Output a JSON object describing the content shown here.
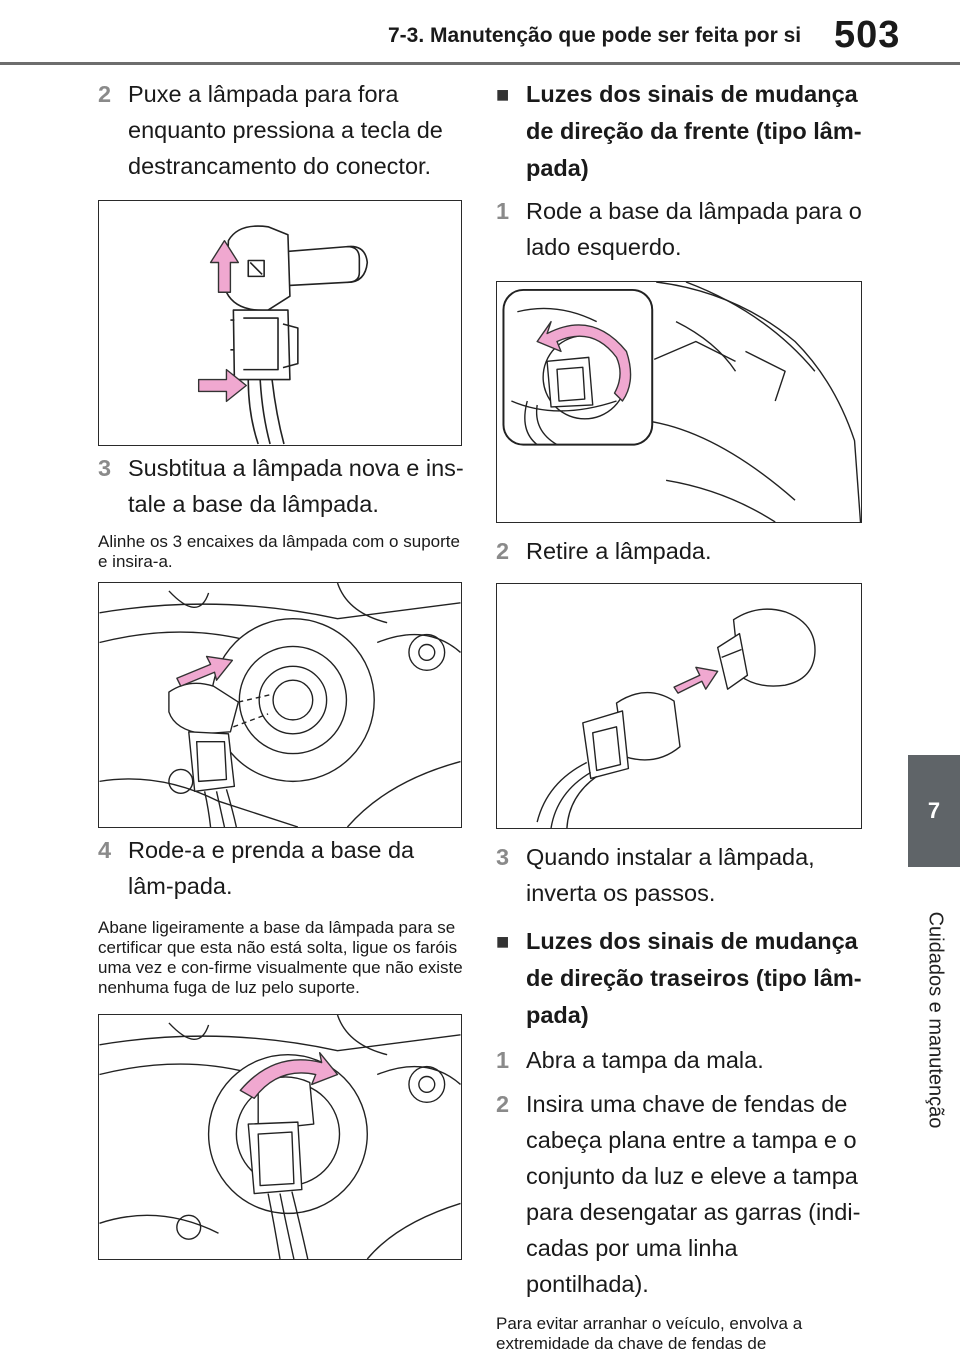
{
  "header": {
    "section_title": "7-3. Manutenção que pode ser feita por si",
    "page_number": "503"
  },
  "side_tab": {
    "chapter": "7",
    "chapter_label": "Cuidados e manutenção"
  },
  "left_column": {
    "step2": {
      "num": "2",
      "text": "Puxe a lâmpada para fora enquanto pressiona a tecla de destrancamento do conector."
    },
    "step3": {
      "num": "3",
      "text": "Susbtitua a lâmpada nova e ins-tale a base da lâmpada."
    },
    "note3": "Alinhe os 3 encaixes da lâmpada com o suporte e insira-a.",
    "step4": {
      "num": "4",
      "text": "Rode-a e prenda a base da lâm-pada."
    },
    "note4": "Abane ligeiramente a base da lâmpada para se certificar que esta não está solta, ligue os faróis uma vez e con-firme visualmente que não existe nenhuma fuga de luz pelo suporte."
  },
  "right_column": {
    "section1": {
      "bullet": "■",
      "title": "Luzes dos sinais de mudança de direção da frente (tipo lâm-pada)"
    },
    "step1": {
      "num": "1",
      "text": "Rode a base da lâmpada para o lado esquerdo."
    },
    "step2": {
      "num": "2",
      "text": "Retire a lâmpada."
    },
    "step3": {
      "num": "3",
      "text": "Quando instalar a lâmpada, inverta os passos."
    },
    "section2": {
      "bullet": "■",
      "title": "Luzes dos sinais de mudança de direção traseiros (tipo lâm-pada)"
    },
    "rstep1": {
      "num": "1",
      "text": "Abra a tampa da mala."
    },
    "rstep2": {
      "num": "2",
      "text": "Insira uma chave de fendas de cabeça plana entre a tampa e o conjunto da luz e eleve a tampa para desengatar as garras (indi-cadas por uma linha pontilhada)."
    },
    "note_end": "Para evitar arranhar o veículo, envolva a extremidade da chave de fendas de"
  },
  "colors": {
    "step_number": "#8a8a8a",
    "side_tab": "#5f6468",
    "arrow_pink": "#f0a8d0",
    "header_rule": "#6d6d6d"
  },
  "icons": [
    "arrow-up-icon",
    "arrow-right-icon",
    "rotate-arrow-icon"
  ]
}
